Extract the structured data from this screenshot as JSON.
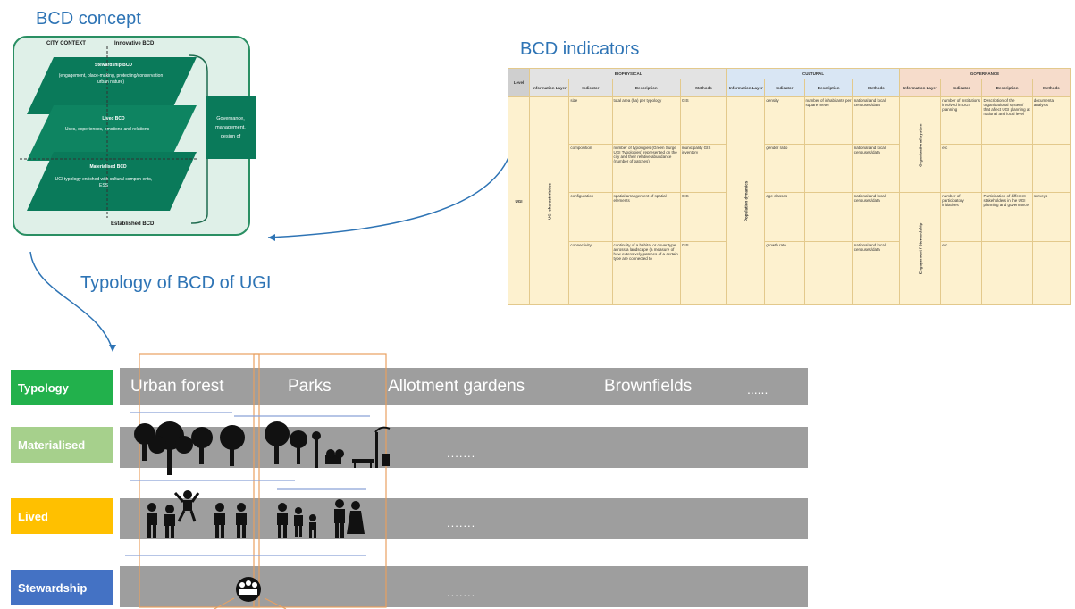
{
  "headings": {
    "concept": "BCD concept",
    "indicators": "BCD indicators",
    "typology": "Typology of BCD of UGI"
  },
  "concept": {
    "city_context": "CITY CONTEXT",
    "innovative": "Innovative BCD",
    "established": "Established BCD",
    "layers": [
      {
        "title": "Stewardship BCD",
        "text": "(engagement, place-making, protecting/conservation urban nature)"
      },
      {
        "title": "Lived BCD",
        "text": "Uses, experiences, emotions and relations"
      },
      {
        "title": "Materialised BCD",
        "text": "UGI typology enriched with cultural compon ents, ESS"
      }
    ],
    "side_box": [
      "Governance,",
      "management,",
      "design of"
    ]
  },
  "table": {
    "level_label": "Level",
    "groups": [
      "BIOPHYSICAL",
      "CULTURAL",
      "GOVERNANCE"
    ],
    "subheads": [
      "Information Layer",
      "Indicator",
      "Description",
      "Methods"
    ],
    "level_value": "UGI",
    "layer_phys": "UGI characteristics",
    "layer_cult": "Population dynamics",
    "layer_gov_1": "Organisational system",
    "layer_gov_2": "Engagement / Stewardship",
    "rows": [
      {
        "p_ind": "size",
        "p_desc": "total area (ha) per typology",
        "p_meth": "GIS",
        "c_ind": "density",
        "c_desc": "number of inhabitants per square meter",
        "c_meth": "national and local censuses/data",
        "g_ind": "number of institutions involved in UGI planning",
        "g_desc": "Description of the organisational system/ that affect UGI planning at national and local level",
        "g_meth": "documental analysis"
      },
      {
        "p_ind": "composition",
        "p_desc": "number of typologies (Green Surge UGI Typologies) represented on the city and their relative abundance (number of patches)",
        "p_meth": "municipality GIS inventory",
        "c_ind": "gender ratio",
        "c_desc": "",
        "c_meth": "national and local censuses/data",
        "g_ind": "etc",
        "g_desc": "",
        "g_meth": ""
      },
      {
        "p_ind": "configuration",
        "p_desc": "spatial arrangement of spatial elements",
        "p_meth": "GIS",
        "c_ind": "age classes",
        "c_desc": "",
        "c_meth": "national and local censuses/data",
        "g_ind": "number of participatory initiatives",
        "g_desc": "Participation of different stakeholders in the UGI planning and governance",
        "g_meth": "surveys"
      },
      {
        "p_ind": "connectivity",
        "p_desc": "continuity of a habitat or cover type across a landscape (a measure of how extensively patches of a certain type are connected to",
        "p_meth": "GIS",
        "c_ind": "growth rate",
        "c_desc": "",
        "c_meth": "national and local censuses/data",
        "g_ind": "etc.",
        "g_desc": "",
        "g_meth": ""
      }
    ]
  },
  "typology": {
    "rows": [
      {
        "label": "Typology",
        "color": "#22b14c"
      },
      {
        "label": "Materialised",
        "color": "#a6d08c"
      },
      {
        "label": "Lived",
        "color": "#ffc000"
      },
      {
        "label": "Stewardship",
        "color": "#4472c4"
      }
    ],
    "types": [
      "Urban forest",
      "Parks",
      "Allotment gardens",
      "Brownfields",
      "......"
    ],
    "ellipsis": "......."
  }
}
